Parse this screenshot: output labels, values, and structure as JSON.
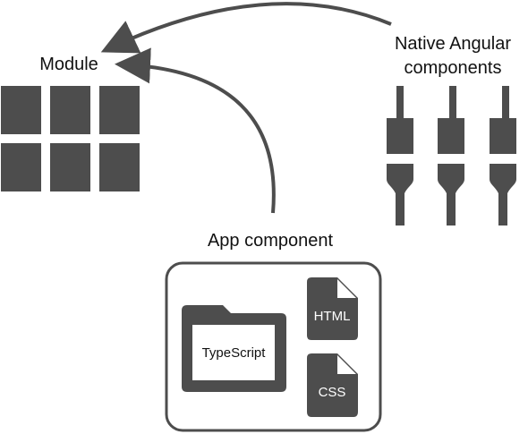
{
  "labels": {
    "module": "Module",
    "native_line1": "Native Angular",
    "native_line2": "components",
    "app_component": "App component"
  },
  "files": {
    "typescript": "TypeScript",
    "html": "HTML",
    "css": "CSS"
  },
  "colors": {
    "shape_fill": "#4d4d4d",
    "arrow_stroke": "#4d4d4d",
    "background": "#ffffff"
  }
}
